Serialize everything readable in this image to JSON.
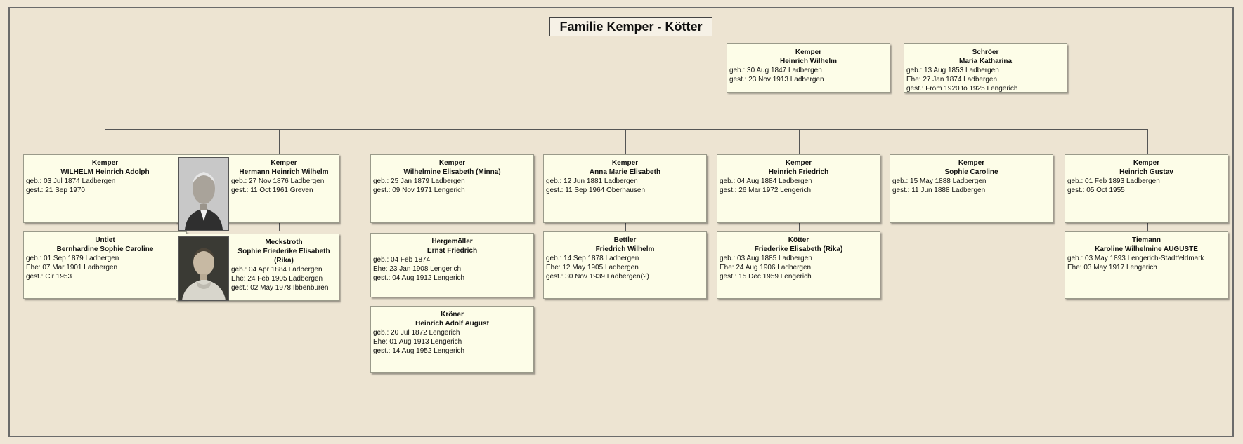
{
  "title": "Familie Kemper - Kötter",
  "parents": [
    {
      "surname": "Kemper",
      "given": "Heinrich Wilhelm",
      "lines": [
        "geb.: 30 Aug 1847 Ladbergen",
        "gest.: 23 Nov 1913 Ladbergen"
      ]
    },
    {
      "surname": "Schröer",
      "given": "Maria Katharina",
      "lines": [
        "geb.: 13 Aug 1853 Ladbergen",
        "Ehe: 27 Jan 1874 Ladbergen",
        "gest.: From 1920 to 1925 Lengerich"
      ]
    }
  ],
  "children": [
    {
      "surname": "Kemper",
      "given": "WILHELM Heinrich Adolph",
      "lines": [
        "geb.: 03 Jul 1874 Ladbergen",
        "gest.: 21 Sep 1970"
      ]
    },
    {
      "surname": "Kemper",
      "given": "Hermann Heinrich Wilhelm",
      "lines": [
        "geb.: 27 Nov 1876 Ladbergen",
        "gest.: 11 Oct 1961 Greven"
      ]
    },
    {
      "surname": "Kemper",
      "given": "Wilhelmine Elisabeth (Minna)",
      "lines": [
        "geb.: 25 Jan 1879 Ladbergen",
        "gest.: 09 Nov 1971 Lengerich"
      ]
    },
    {
      "surname": "Kemper",
      "given": "Anna Marie Elisabeth",
      "lines": [
        "geb.: 12 Jun 1881 Ladbergen",
        "gest.: 11 Sep 1964 Oberhausen"
      ]
    },
    {
      "surname": "Kemper",
      "given": "Heinrich Friedrich",
      "lines": [
        "geb.: 04 Aug 1884 Ladbergen",
        "gest.: 26 Mar 1972 Lengerich"
      ]
    },
    {
      "surname": "Kemper",
      "given": "Sophie Caroline",
      "lines": [
        "geb.: 15 May 1888 Ladbergen",
        "gest.: 11 Jun 1888 Ladbergen"
      ]
    },
    {
      "surname": "Kemper",
      "given": "Heinrich Gustav",
      "lines": [
        "geb.: 01 Feb 1893 Ladbergen",
        "gest.: 05 Oct 1955"
      ]
    }
  ],
  "spouses": [
    {
      "surname": "Untiet",
      "given": "Bernhardine Sophie Caroline",
      "lines": [
        "geb.: 01 Sep 1879 Ladbergen",
        "Ehe: 07 Mar 1901 Ladbergen",
        "gest.: Cir 1953"
      ]
    },
    {
      "surname": "Meckstroth",
      "given": "Sophie Friederike Elisabeth (Rika)",
      "lines": [
        "geb.: 04 Apr 1884 Ladbergen",
        "Ehe: 24 Feb 1905 Ladbergen",
        "gest.: 02 May 1978 Ibbenbüren"
      ]
    },
    {
      "surname": "Hergemöller",
      "given": "Ernst Friedrich",
      "lines": [
        "geb.: 04 Feb 1874",
        "Ehe: 23 Jan 1908 Lengerich",
        "gest.: 04 Aug 1912 Lengerich"
      ]
    },
    {
      "surname": "Kröner",
      "given": "Heinrich Adolf August",
      "lines": [
        "geb.: 20 Jul 1872 Lengerich",
        "Ehe: 01 Aug 1913 Lengerich",
        "gest.: 14 Aug 1952 Lengerich"
      ]
    },
    {
      "surname": "Bettler",
      "given": "Friedrich Wilhelm",
      "lines": [
        "geb.: 14 Sep 1878 Ladbergen",
        "Ehe: 12 May 1905 Ladbergen",
        "gest.: 30 Nov 1939 Ladbergen(?)"
      ]
    },
    {
      "surname": "Kötter",
      "given": "Friederike Elisabeth (Rika)",
      "lines": [
        "geb.: 03 Aug 1885 Ladbergen",
        "Ehe: 24 Aug 1906 Ladbergen",
        "gest.: 15 Dec 1959 Lengerich"
      ]
    },
    {
      "surname": "Tiemann",
      "given": "Karoline Wilhelmine AUGUSTE",
      "lines": [
        "geb.: 03 May 1893 Lengerich-Stadtfeldmark",
        "Ehe: 03 May 1917 Lengerich"
      ]
    }
  ],
  "colors": {
    "background": "#ede4d2",
    "card": "#fdfde8",
    "line": "#555555"
  }
}
